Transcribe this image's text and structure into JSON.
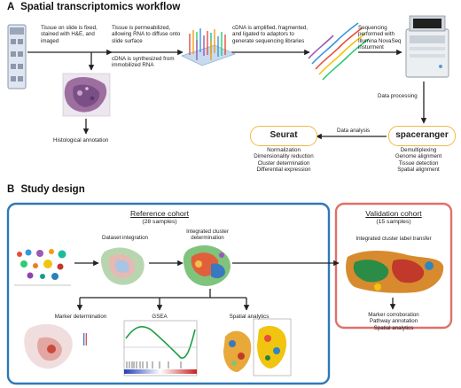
{
  "section_a": {
    "letter": "A",
    "title": "Spatial transcriptomics workflow"
  },
  "section_b": {
    "letter": "B",
    "title": "Study design"
  },
  "workflow": {
    "step1": "Tissue on slide is fixed, stained with H&E, and imaged",
    "step2_top": "Tissue is permeabilized, allowing RNA to diffuse onto slide surface",
    "step2_bottom": "cDNA is synthesized from immobilized RNA",
    "step3": "cDNA is amplified, fragmented, and ligated to adaptors to generate sequencing libraries",
    "step4": "Sequencing performed with Illumina NovaSeq insturment",
    "histology": "Histological annotation",
    "data_processing": "Data processing",
    "data_analysis": "Data analysis",
    "seurat": {
      "title": "Seurat",
      "items": [
        "Normalization",
        "Dimensionality reduction",
        "Cluster determination",
        "Differential expression"
      ]
    },
    "spaceranger": {
      "title": "spaceranger",
      "items": [
        "Demultiplexing",
        "Genome alignment",
        "Tissue detection",
        "Spatial alignment"
      ]
    }
  },
  "reference": {
    "title": "Reference cohort",
    "subtitle": "(28 samples)",
    "integration": "Dataset integration",
    "clusters": "Integrated cluster determination",
    "marker": "Marker determination",
    "gsea": "GSEA",
    "spatial": "Spatial analytics"
  },
  "validation": {
    "title": "Validation cohort",
    "subtitle": "(15 samples)",
    "transfer": "Integrated cluster label transfer",
    "items": [
      "Marker corroboration",
      "Pathway annotation",
      "Spatial analytics"
    ]
  },
  "colors": {
    "reference_border": "#2e78b8",
    "validation_border": "#e0716a",
    "pill_border": "#f0b949",
    "arrow": "#222222"
  }
}
